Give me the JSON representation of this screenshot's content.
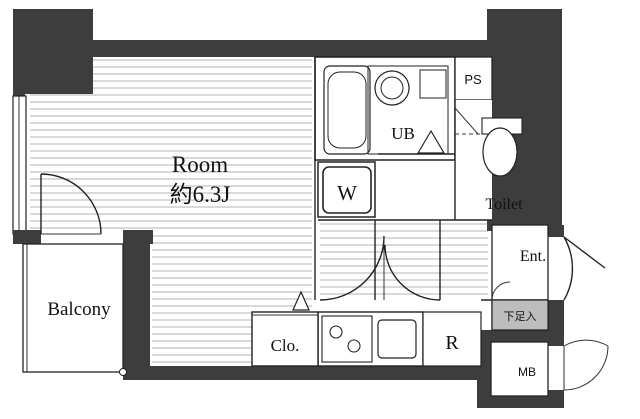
{
  "rooms": {
    "room_name": "Room",
    "room_size": "約6.3J",
    "ub": "UB",
    "ps": "PS",
    "w": "W",
    "toilet": "Toilet",
    "entrance": "Ent.",
    "shoe_box": "下足入",
    "balcony": "Balcony",
    "closet": "Clo.",
    "refrigerator": "R",
    "mb": "MB"
  },
  "colors": {
    "wall": "#3d3d3d",
    "floor_lines": "#9a9a9a",
    "shoe_box_fill": "#bdbdbd"
  }
}
